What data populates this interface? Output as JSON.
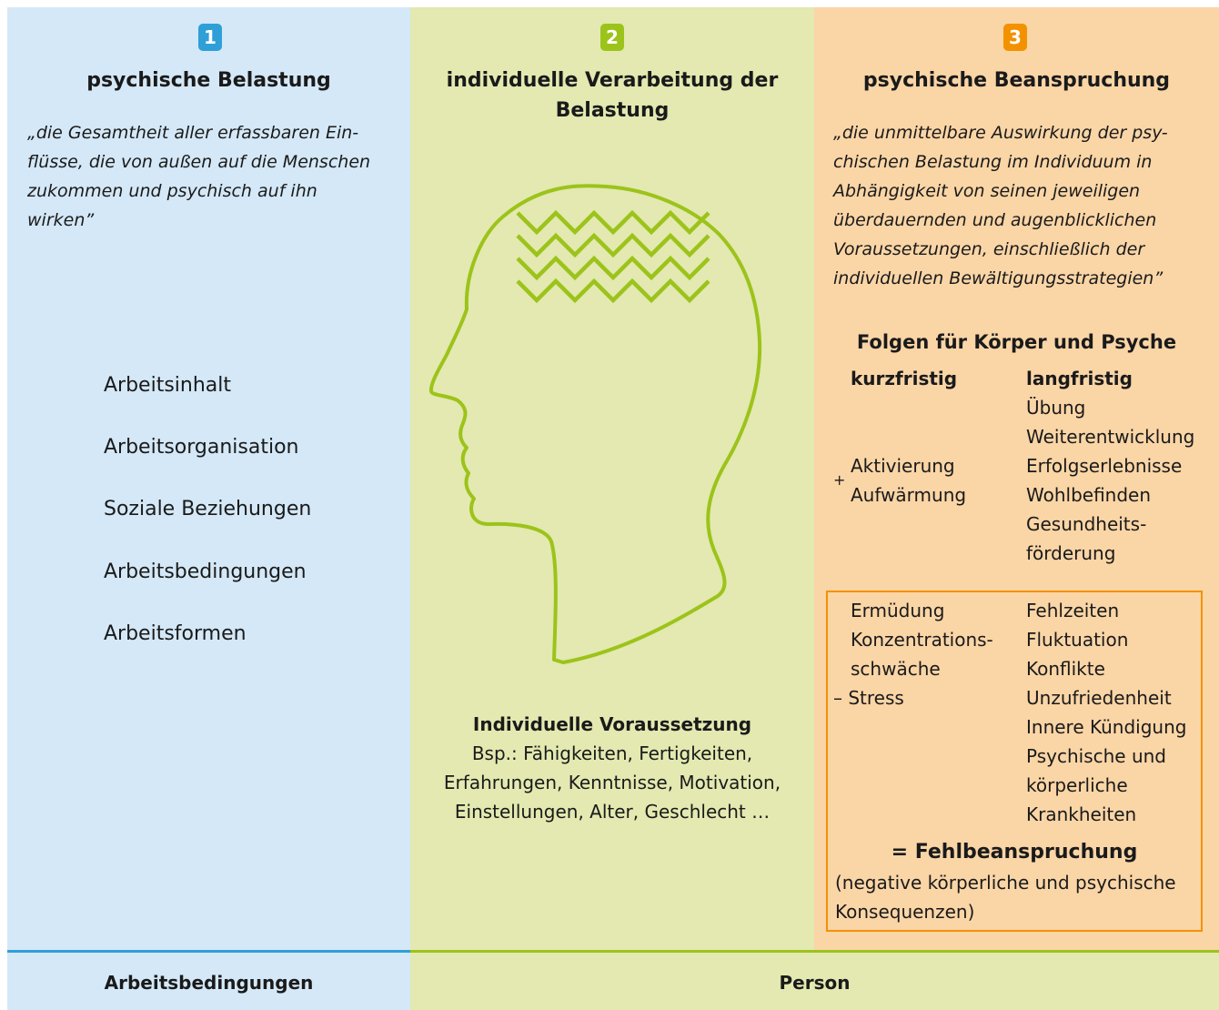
{
  "col1": {
    "badge": "1",
    "title": "psychische Belastung",
    "quote_lines": [
      "„die Gesamtheit aller erfassbaren Ein-",
      "flüsse, die von außen auf die Menschen",
      "zukommen und psychisch auf ihn",
      "wirken”"
    ],
    "items": [
      "Arbeitsinhalt",
      "Arbeitsorganisation",
      "Soziale Beziehungen",
      "Arbeitsbedingungen",
      "Arbeitsformen"
    ]
  },
  "col2": {
    "badge": "2",
    "title_lines": [
      "individuelle Verarbeitung der",
      "Belastung"
    ],
    "prereq_title": "Individuelle Voraussetzung",
    "prereq_lines": [
      "Bsp.: Fähigkeiten, Fertigkeiten,",
      "Erfahrungen, Kenntnisse, Motivation,",
      "Einstellungen, Alter, Geschlecht …"
    ]
  },
  "col3": {
    "badge": "3",
    "title": "psychische Beanspruchung",
    "quote_lines": [
      "„die unmittelbare Auswirkung der psy-",
      "chischen Belastung im Individuum in",
      "Abhängigkeit von seinen jeweiligen",
      "überdauernden und augenblicklichen",
      "Voraussetzungen, einschließlich der",
      "individuellen Bewältigungsstrategien”"
    ],
    "consequences_title": "Folgen für Körper und Psyche",
    "short_term_label": "kurzfristig",
    "long_term_label": "langfristig",
    "plus_sign": "+",
    "plus_short": [
      "Aktivierung",
      "Aufwärmung"
    ],
    "plus_long": [
      "Übung",
      "Weiterentwicklung",
      "Erfolgserlebnisse",
      "Wohlbefinden",
      "Gesundheits-",
      "förderung"
    ],
    "minus_sign": "–",
    "minus_short": [
      "Ermüdung",
      "Konzentrations-",
      "schwäche",
      "Stress"
    ],
    "minus_long": [
      "Fehlzeiten",
      "Fluktuation",
      "Konflikte",
      "Unzufriedenheit",
      "Innere Kündigung",
      "Psychische und",
      "körperliche",
      "Krankheiten"
    ],
    "result_title": "= Fehlbeanspruchung",
    "result_lines": [
      "(negative körperliche und psychische",
      "Konsequenzen)"
    ]
  },
  "footer": {
    "left": "Arbeitsbedingungen",
    "right": "Person"
  },
  "colors": {
    "blue": "#2f9fd8",
    "green": "#9cc31a",
    "orange": "#f39200"
  }
}
